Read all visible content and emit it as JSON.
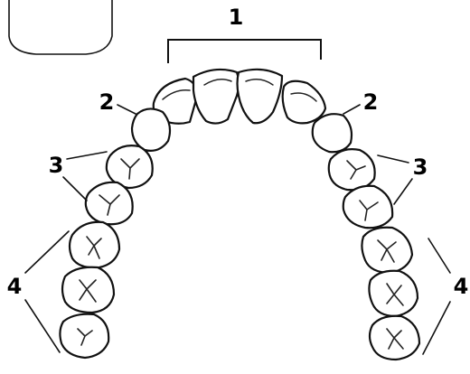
{
  "labels": {
    "label_1": "1",
    "label_2_left": "2",
    "label_2_right": "2",
    "label_3_left": "3",
    "label_3_right": "3",
    "label_4_left": "4",
    "label_4_right": "4"
  }
}
